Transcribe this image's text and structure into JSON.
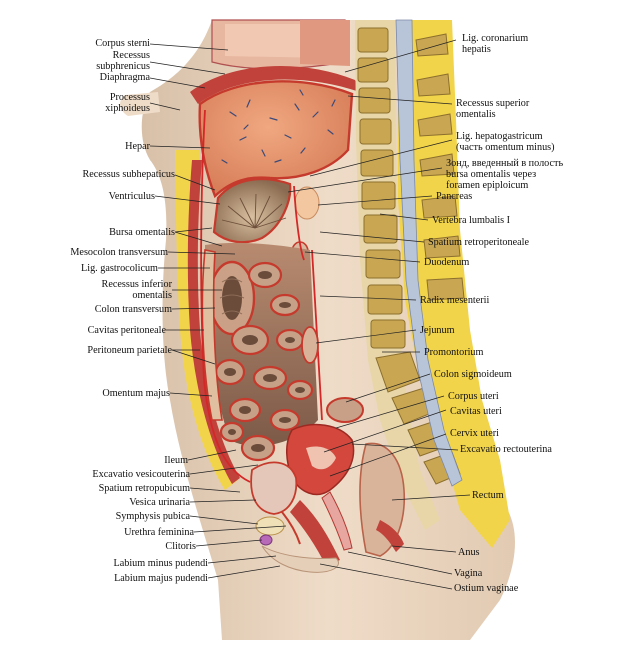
{
  "colors": {
    "background": "#ffffff",
    "skin": "#ead6c2",
    "fat": "#f2d44a",
    "liver": "#e4936a",
    "peritoneum": "#d42828",
    "vertebra": "#c9a752",
    "muscle": "#c0423a",
    "serosa": "#9fb8c8"
  },
  "labels_left": [
    {
      "id": "corpus-sterni",
      "lines": [
        "Corpus sterni"
      ]
    },
    {
      "id": "recessus-subphrenicus",
      "lines": [
        "Recessus",
        "subphrenicus"
      ]
    },
    {
      "id": "diaphragma",
      "lines": [
        "Diaphragma"
      ]
    },
    {
      "id": "processus-xiphoideus",
      "lines": [
        "Processus",
        "xiphoideus"
      ]
    },
    {
      "id": "hepar",
      "lines": [
        "Hepar"
      ]
    },
    {
      "id": "recessus-subhepaticus",
      "lines": [
        "Recessus subhepaticus"
      ]
    },
    {
      "id": "ventriculus",
      "lines": [
        "Ventriculus"
      ]
    },
    {
      "id": "bursa-omentalis",
      "lines": [
        "Bursa omentalis"
      ]
    },
    {
      "id": "mesocolon-transversum",
      "lines": [
        "Mesocolon transversum"
      ]
    },
    {
      "id": "lig-gastrocolicum",
      "lines": [
        "Lig. gastrocolicum"
      ]
    },
    {
      "id": "recessus-inferior-omentalis",
      "lines": [
        "Recessus inferior",
        "omentalis"
      ]
    },
    {
      "id": "colon-transversum",
      "lines": [
        "Colon transversum"
      ]
    },
    {
      "id": "cavitas-peritoneale",
      "lines": [
        "Cavitas peritoneale"
      ]
    },
    {
      "id": "peritoneum-parietale",
      "lines": [
        "Peritoneum parietale"
      ]
    },
    {
      "id": "omentum-majus",
      "lines": [
        "Omentum majus"
      ]
    },
    {
      "id": "ileum",
      "lines": [
        "Ileum"
      ]
    },
    {
      "id": "excavatio-vesicouterina",
      "lines": [
        "Excavatio vesicouterina"
      ]
    },
    {
      "id": "spatium-retropubicum",
      "lines": [
        "Spatium retropubicum"
      ]
    },
    {
      "id": "vesica-urinaria",
      "lines": [
        "Vesica urinaria"
      ]
    },
    {
      "id": "symphysis-pubica",
      "lines": [
        "Symphysis pubica"
      ]
    },
    {
      "id": "urethra-feminina",
      "lines": [
        "Urethra feminina"
      ]
    },
    {
      "id": "clitoris",
      "lines": [
        "Clitoris"
      ]
    },
    {
      "id": "labium-minus-pudendi",
      "lines": [
        "Labium minus pudendi"
      ]
    },
    {
      "id": "labium-majus-pudendi",
      "lines": [
        "Labium majus pudendi"
      ]
    }
  ],
  "labels_right": [
    {
      "id": "lig-coronarium-hepatis",
      "lines": [
        "Lig. coronarium",
        "hepatis"
      ]
    },
    {
      "id": "recessus-superior-omentalis",
      "lines": [
        "Recessus superior",
        "omentalis"
      ]
    },
    {
      "id": "lig-hepatogastricum",
      "lines": [
        "Lig. hepatogastricum",
        "(часть omentum minus)"
      ]
    },
    {
      "id": "zond",
      "lines": [
        "Зонд, введенный в полость",
        "bursa omentalis через",
        "foramen epiploicum"
      ]
    },
    {
      "id": "pancreas",
      "lines": [
        "Pancreas"
      ]
    },
    {
      "id": "vertebra-lumbalis",
      "lines": [
        "Vertebra lumbalis I"
      ]
    },
    {
      "id": "spatium-retroperitoneale",
      "lines": [
        "Spatium retroperitoneale"
      ]
    },
    {
      "id": "duodenum",
      "lines": [
        "Duodenum"
      ]
    },
    {
      "id": "radix-mesenterii",
      "lines": [
        "Radix mesenterii"
      ]
    },
    {
      "id": "jejunum",
      "lines": [
        "Jejunum"
      ]
    },
    {
      "id": "promontorium",
      "lines": [
        "Promontorium"
      ]
    },
    {
      "id": "colon-sigmoideum",
      "lines": [
        "Colon sigmoideum"
      ]
    },
    {
      "id": "corpus-uteri",
      "lines": [
        "Corpus uteri"
      ]
    },
    {
      "id": "cavitas-uteri",
      "lines": [
        "Cavitas uteri"
      ]
    },
    {
      "id": "cervix-uteri",
      "lines": [
        "Cervix uteri"
      ]
    },
    {
      "id": "excavatio-rectouterina",
      "lines": [
        "Excavatio rectouterina"
      ]
    },
    {
      "id": "rectum",
      "lines": [
        "Rectum"
      ]
    },
    {
      "id": "anus",
      "lines": [
        "Anus"
      ]
    },
    {
      "id": "vagina",
      "lines": [
        "Vagina"
      ]
    },
    {
      "id": "ostium-vaginae",
      "lines": [
        "Ostium vaginae"
      ]
    }
  ]
}
